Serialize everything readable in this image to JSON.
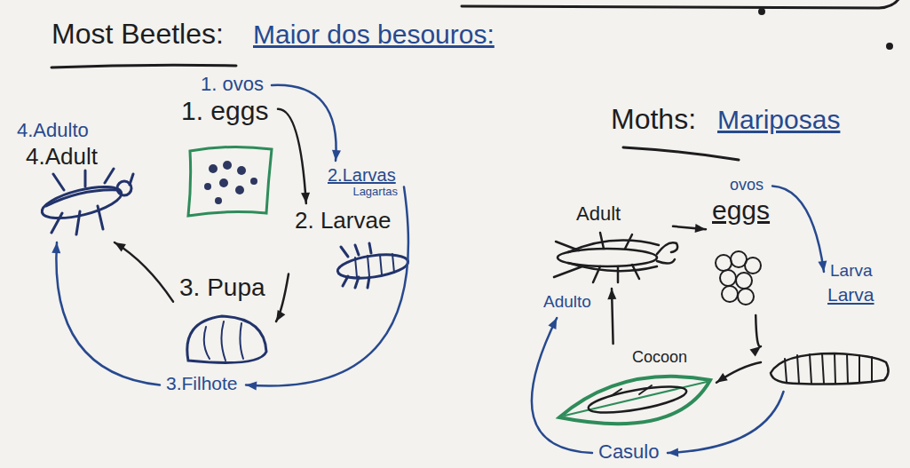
{
  "diagram": {
    "nodes": [
      {
        "text": [
          "1. ovos"
        ]
      },
      {
        "text": [
          "1. eggs"
        ]
      },
      {
        "text": [
          "4.Adulto"
        ]
      },
      {
        "text": [
          "4.Adult"
        ]
      },
      {
        "text": [
          "2.Larvas",
          "Lagartas"
        ]
      },
      {
        "text": [
          "2. Larvae"
        ]
      },
      {
        "text": [
          "3. Pupa"
        ]
      },
      {
        "text": [
          "3.Filhote"
        ]
      },
      {
        "text": [
          "Adult"
        ]
      },
      {
        "text": [
          "ovos"
        ]
      },
      {
        "text": [
          "eggs"
        ]
      },
      {
        "text": [
          "Larva"
        ]
      },
      {
        "text": [
          "Larva"
        ]
      },
      {
        "text": [
          "Cocoon"
        ]
      },
      {
        "text": [
          "Adulto"
        ]
      },
      {
        "text": [
          "Casulo"
        ]
      }
    ],
    "edges": [
      {
        "from": 1,
        "to": 5,
        "arrow": "to"
      },
      {
        "from": 0,
        "to": 4,
        "arrow": "to"
      },
      {
        "from": 5,
        "to": 6,
        "arrow": "to"
      },
      {
        "from": 4,
        "to": 7,
        "arrow": "to"
      },
      {
        "from": 6,
        "to": 3,
        "arrow": "to"
      },
      {
        "from": 7,
        "to": 3,
        "arrow": "to"
      },
      {
        "from": 8,
        "to": 10,
        "arrow": "to"
      },
      {
        "from": 9,
        "to": 11,
        "arrow": "to"
      },
      {
        "from": 10,
        "to": 12,
        "arrow": "to"
      },
      {
        "from": 12,
        "to": 13,
        "arrow": "to"
      },
      {
        "from": 12,
        "to": 15,
        "arrow": "to"
      },
      {
        "from": 13,
        "to": 8,
        "arrow": "to"
      },
      {
        "from": 15,
        "to": 14,
        "arrow": "to"
      }
    ],
    "labels": [
      "Most Beetles:",
      "Maior dos besouros:",
      "Moths:",
      "Mariposas"
    ]
  }
}
